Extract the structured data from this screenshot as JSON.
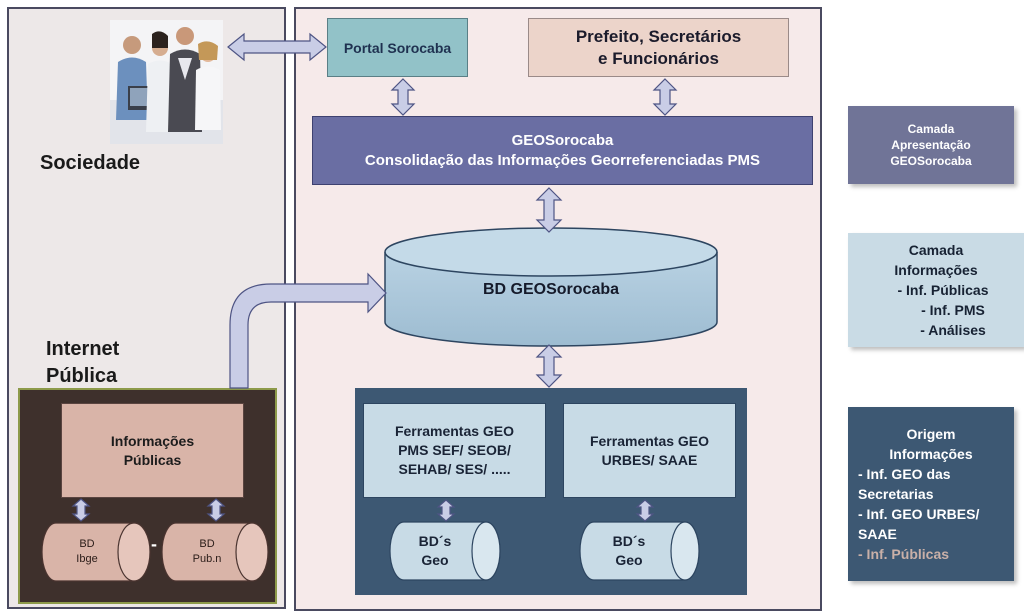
{
  "left_panel": {
    "sociedade_label": "Sociedade",
    "internet_label": "Internet\nPública",
    "info_publicas": "Informações\nPúblicas",
    "db_ibge": "BD\nIbge",
    "db_pub": "BD\nPub.n",
    "connector": "-"
  },
  "main_panel": {
    "portal": "Portal Sorocaba",
    "prefeito": "Prefeito, Secretários\ne Funcionários",
    "geosorocaba": "GEOSorocaba\nConsolidação das Informações Georreferenciadas PMS",
    "bd_geosorocaba": "BD GEOSorocaba",
    "ferramentas_pms": "Ferramentas GEO\nPMS SEF/ SEOB/\nSEHAB/ SES/ .....",
    "ferramentas_urbes": "Ferramentas GEO\nURBES/ SAAE",
    "bd_geo_1": "BD´s\nGeo",
    "bd_geo_2": "BD´s\nGeo"
  },
  "side_labels": {
    "camada_apresentacao": "Camada\nApresentação\nGEOSorocaba",
    "camada_informacoes": {
      "title": "Camada\nInformações",
      "items": [
        "- Inf. Públicas",
        "- Inf. PMS",
        "- Análises"
      ]
    },
    "origem_informacoes": {
      "title": "Origem\nInformações",
      "items": [
        "- Inf. GEO das Secretarias",
        "- Inf. GEO URBES/ SAAE",
        "- Inf. Públicas"
      ]
    }
  },
  "colors": {
    "portal": "#92c2c8",
    "prefeito": "#ecd4ca",
    "geosorocaba": "#6a6ea3",
    "cylinder": "#a8c6da",
    "tools_area": "#3d5873",
    "public_area": "#3e302c",
    "arrow": "#c9cde6"
  }
}
